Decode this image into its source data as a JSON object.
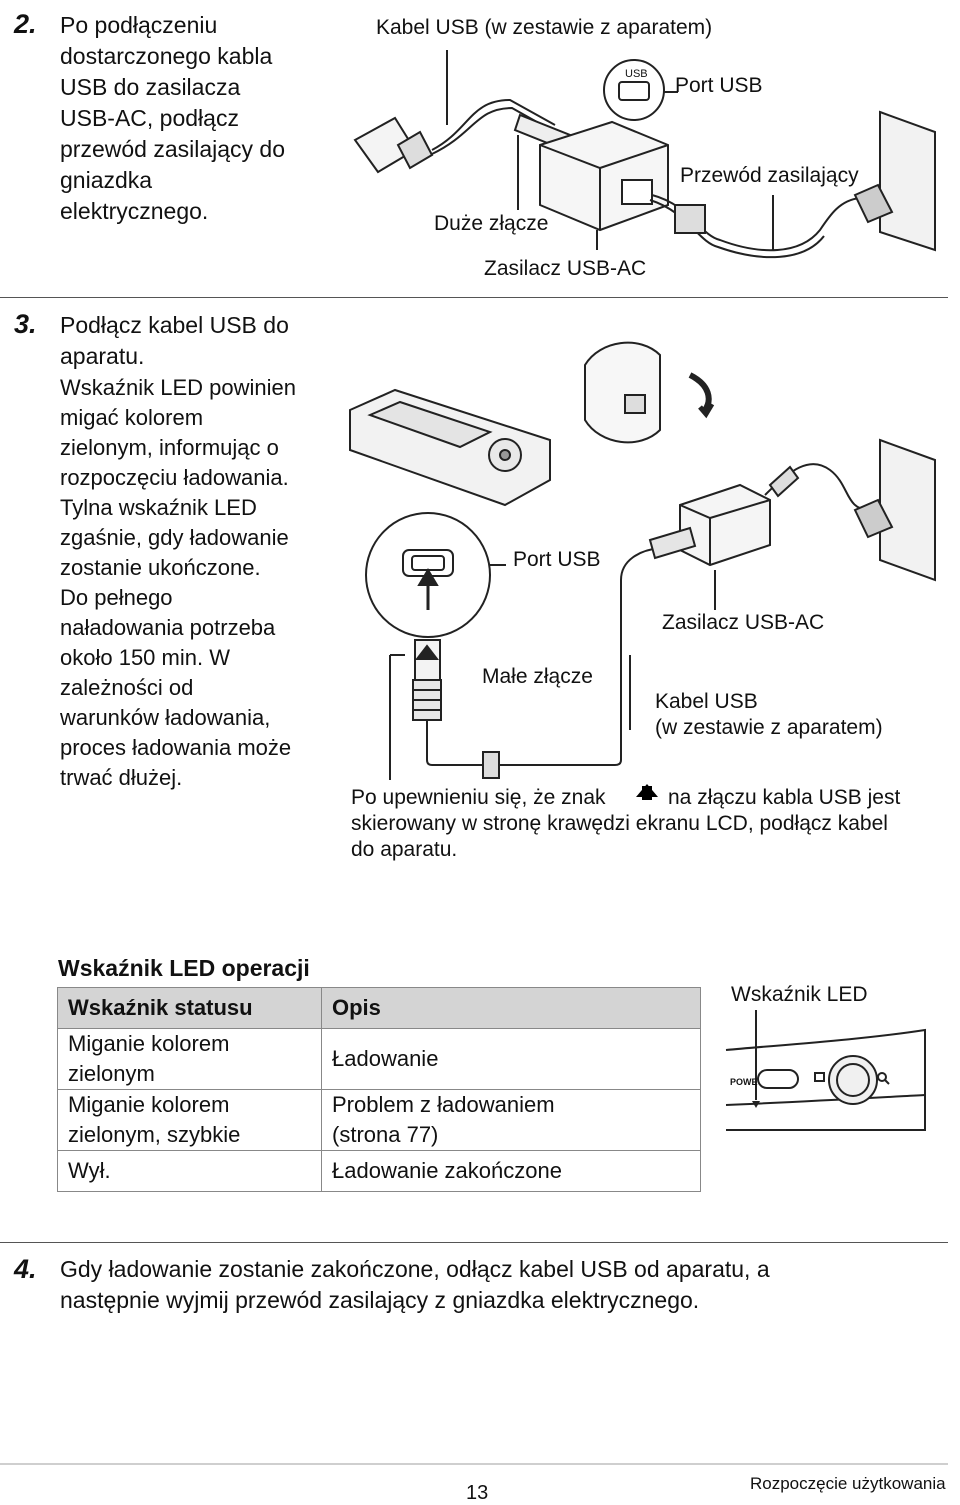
{
  "step2": {
    "number": "2.",
    "lines": [
      "Po podłączeniu",
      "dostarczonego kabla",
      "USB do zasilacza",
      "USB-AC, podłącz",
      "przewód zasilający do",
      "gniazdka",
      "elektrycznego."
    ]
  },
  "diagram1": {
    "usb_cable": "Kabel USB (w zestawie z aparatem)",
    "usb_badge": "USB",
    "usb_port": "Port USB",
    "power_cord": "Przewód zasilający",
    "large_plug": "Duże złącze",
    "adapter": "Zasilacz USB-AC"
  },
  "step3": {
    "number": "3.",
    "line1": "Podłącz kabel USB do",
    "line2": "aparatu.",
    "details": [
      "Wskaźnik LED powinien",
      "migać kolorem",
      "zielonym, informując o",
      "rozpoczęciu ładowania.",
      "Tylna wskaźnik LED",
      "zgaśnie, gdy ładowanie",
      "zostanie ukończone.",
      "Do pełnego",
      "naładowania potrzeba",
      "około 150 min. W",
      "zależności od",
      "warunków ładowania,",
      "proces ładowania może",
      "trwać dłużej."
    ]
  },
  "diagram2": {
    "usb_port": "Port USB",
    "adapter": "Zasilacz USB-AC",
    "small_plug": "Małe złącze",
    "cable_line1": "Kabel USB",
    "cable_line2": "(w zestawie z aparatem)",
    "note_before_icon": "Po upewnieniu się, że znak",
    "note_after_icon": "na złączu kabla USB jest",
    "note_line2": "skierowany w stronę krawędzi ekranu LCD, podłącz kabel",
    "note_line3": "do aparatu."
  },
  "led_section": {
    "title": "Wskaźnik LED operacji",
    "headers": [
      "Wskaźnik statusu",
      "Opis"
    ],
    "rows": [
      {
        "status_l1": "Miganie kolorem",
        "status_l2": "zielonym",
        "desc_l1": "Ładowanie",
        "desc_l2": ""
      },
      {
        "status_l1": "Miganie kolorem",
        "status_l2": "zielonym, szybkie",
        "desc_l1": "Problem z ładowaniem",
        "desc_l2": "(strona 77)"
      },
      {
        "status_l1": "Wył.",
        "status_l2": "",
        "desc_l1": "Ładowanie zakończone",
        "desc_l2": ""
      }
    ],
    "camera_label": "Wskaźnik LED",
    "camera_power_text": "POWE"
  },
  "step4": {
    "number": "4.",
    "line1": "Gdy ładowanie zostanie zakończone, odłącz kabel USB od aparatu, a",
    "line2": "następnie wyjmij przewód zasilający z gniazdka elektrycznego."
  },
  "footer": {
    "page_number": "13",
    "section": "Rozpoczęcie użytkowania"
  }
}
